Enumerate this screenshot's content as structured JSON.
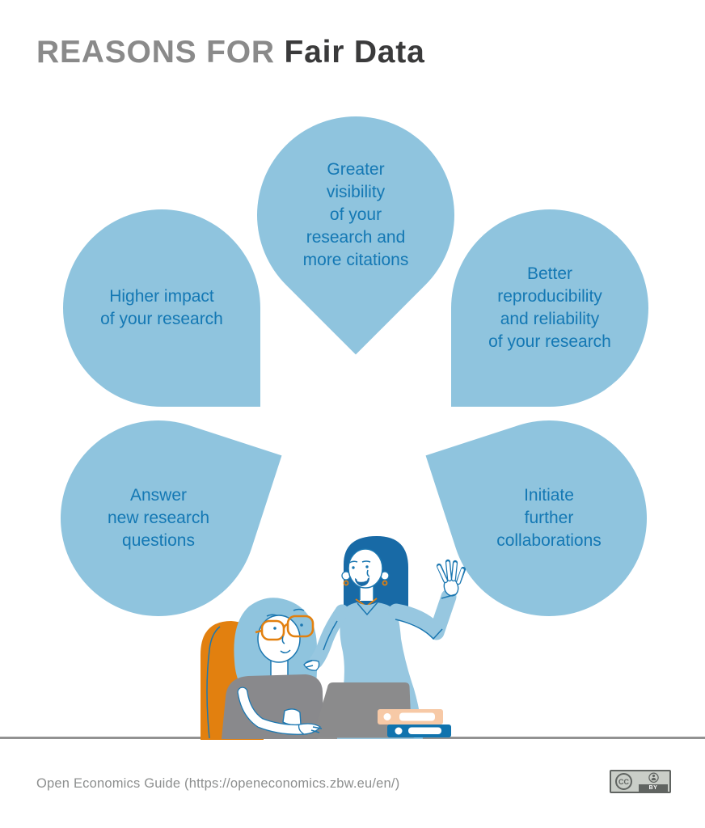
{
  "page": {
    "title_prefix": "REASONS FOR",
    "title_emphasis": "Fair Data"
  },
  "petals": {
    "top": {
      "text": "Greater\nvisibility\nof your\nresearch and\nmore citations"
    },
    "upper_left": {
      "text": "Higher impact\nof your research"
    },
    "upper_right": {
      "text": "Better\nreproducibility\nand reliability\nof your research"
    },
    "lower_left": {
      "text": "Answer\nnew research\nquestions"
    },
    "lower_right": {
      "text": "Initiate\nfurther\ncollaborations"
    }
  },
  "footer": {
    "credit": "Open Economics Guide (https://openeconomics.zbw.eu/en/)",
    "license_badge": {
      "cc": "CC",
      "by": "BY"
    }
  },
  "colors": {
    "background": "#FFFFFF",
    "petal_fill": "#8FC4DE",
    "petal_text": "#1478B4",
    "title_prefix_gray": "#8A8A8A",
    "title_emphasis_dark": "#3A3A3B",
    "footer_text_gray": "#8D8F8F",
    "divider_gray": "#929292",
    "outline_blue": "#1B77B1",
    "dark_hair_blue": "#186AA6",
    "dress_blue": "#97C7E0",
    "orange": "#E2800F",
    "peach_binder": "#F7C9A6",
    "blue_binder": "#1073AE",
    "shirt_gray": "#89898C",
    "laptop_gray": "#8B8B8C",
    "badge_bg": "#CACEC8",
    "badge_dark": "#606461"
  }
}
